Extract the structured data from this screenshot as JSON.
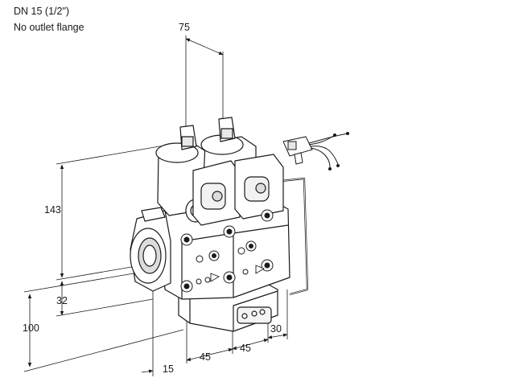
{
  "header": {
    "line1": "DN 15 (1/2\")",
    "line2": "No outlet flange"
  },
  "dimensions": {
    "top_width": "75",
    "height_total": "143",
    "height_inlet": "32",
    "height_base": "100",
    "offset_left": "15",
    "spacing_1": "45",
    "spacing_2": "45",
    "depth_right": "30"
  },
  "colors": {
    "line": "#1a1a1a",
    "body": "#ffffff",
    "shade": "#d8d8d8"
  }
}
